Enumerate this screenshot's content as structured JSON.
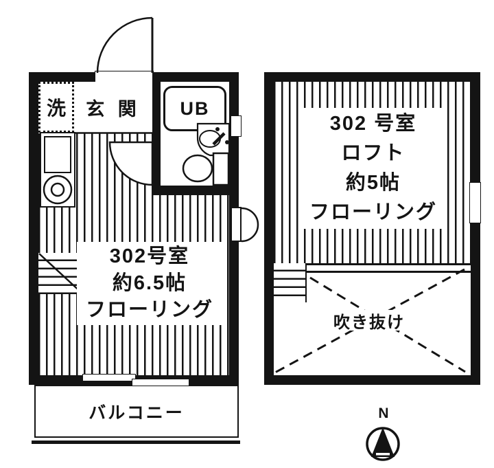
{
  "page": {
    "background": "#ffffff",
    "line_color": "#141414"
  },
  "left_unit": {
    "laundry_label": "洗",
    "entrance_label": "玄 関",
    "unit_bath_label": "UB",
    "room_number": "302号室",
    "room_size": "約6.5帖",
    "room_floor": "フローリング",
    "balcony_label": "バルコニー"
  },
  "right_unit": {
    "room_number": "302 号室",
    "loft_label": "ロフト",
    "loft_size": "約5帖",
    "loft_floor": "フローリング",
    "void_label": "吹き抜け"
  },
  "compass": {
    "north_label": "N"
  }
}
